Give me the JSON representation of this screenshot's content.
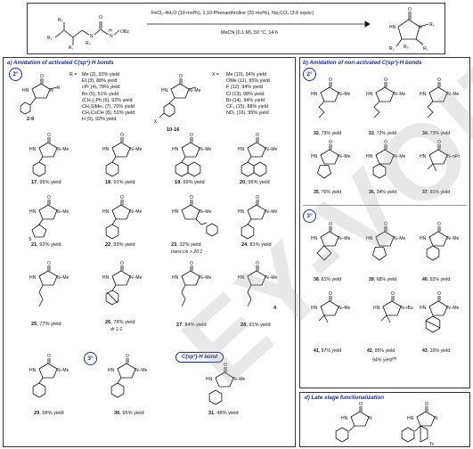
{
  "header": {
    "reagents": "FeCl₂·4H₂O (10 mol%), 1,10-Phenanthroline (20 mol%), Na₂CO₃ (3.0 equiv.)",
    "conditions": "MeCN (0.1 M), 50 °C, 14 h",
    "sm_labels": [
      "R₃",
      "R₂",
      "R₁",
      "R₄",
      "O",
      "N",
      "H",
      "N",
      "OBz"
    ],
    "pdt_labels": [
      "O",
      "HN",
      "N",
      "R₄",
      "R₁",
      "R₂",
      "R₃"
    ]
  },
  "panel_a": {
    "title": "a) Amidation of activated C(sp³)-H bonds",
    "badge_2": "2°",
    "badge_3": "3°",
    "pill": "C(sp²)-H bond",
    "r_header": "R =",
    "r_list": [
      "Me (2), 93% yield",
      "Et (3), 88% yield",
      "cPr (4), 78% yield",
      "Bn (5), 51% yield",
      "(CH₂)₂Ph (6), 92% yield",
      "CH₂SiMe₃ (7), 70% yield",
      "CH₂C≡CH (8), 51% yield",
      "H (9), 92% yield"
    ],
    "x_header": "X =",
    "x_list": [
      "Me (10), 94% yield",
      "OMe (11), 95% yield",
      "F (12), 94% yield",
      "Cl (13), 98% yield",
      "Br (14), 94% yield",
      "CF₃ (15), 88% yield",
      "NO₂ (16), 95% yield"
    ],
    "cmpd_2_9": "2-9",
    "cmpd_10_16": "10-16",
    "x_sub": "X",
    "compounds": [
      {
        "id": "17",
        "text": "17, 95% yield"
      },
      {
        "id": "18",
        "text": "18, 91% yield"
      },
      {
        "id": "19",
        "text": "19, 99% yield"
      },
      {
        "id": "20",
        "text": "20, 96% yield"
      },
      {
        "id": "21",
        "text": "21, 92% yield"
      },
      {
        "id": "22",
        "text": "22, 99% yield"
      },
      {
        "id": "23",
        "text": "23, 32% yield"
      },
      {
        "id": "24",
        "text": "24, 81% yield"
      },
      {
        "id": "25",
        "text": "25, 77% yield"
      },
      {
        "id": "26",
        "text": "26, 78% yield"
      },
      {
        "id": "27",
        "text": "27, 84% yield"
      },
      {
        "id": "28",
        "text": "28, 91% yield"
      },
      {
        "id": "29",
        "text": "29, 68% yield"
      },
      {
        "id": "30",
        "text": "30, 95% yield"
      },
      {
        "id": "31",
        "text": "31, 48% yield"
      }
    ],
    "note_23": "trans:cis > 20:1",
    "note_26": "dr 1:1",
    "note_28": "4",
    "atoms": {
      "o": "O",
      "hn": "HN",
      "nme": "N–Me",
      "n": "N",
      "s": "S",
      "h": "H"
    }
  },
  "panel_b": {
    "title": "b) Amidation of non-activated C(sp³)-H bonds",
    "badge_2": "2°",
    "badge_3": "3°",
    "compounds": [
      {
        "id": "32",
        "text": "32, 79% yield"
      },
      {
        "id": "33",
        "text": "33, 72% yield"
      },
      {
        "id": "34",
        "text": "34, 73% yield"
      },
      {
        "id": "35",
        "text": "35, 76% yield"
      },
      {
        "id": "36",
        "text": "36, 34% yield"
      },
      {
        "id": "37",
        "text": "37, 81% yield"
      },
      {
        "id": "38",
        "text": "38, 81% yield"
      },
      {
        "id": "39",
        "text": "39, 68% yield"
      },
      {
        "id": "40",
        "text": "40, 92% yield"
      },
      {
        "id": "41",
        "text": "41, 87% yield"
      },
      {
        "id": "42",
        "text": "42, 95% yield"
      },
      {
        "id": "43",
        "text": "43, 16% yield"
      }
    ],
    "note_42": "94% yield",
    "note_42_sup": "[a]",
    "sub_33": "5",
    "sub_34": "7",
    "n_npr": "N–nPr",
    "n_ibu": "N–iBu"
  },
  "panel_d": {
    "title": "d) Late stage functionalization",
    "ts_label": "Ts"
  },
  "watermark": "EY-VOIT"
}
